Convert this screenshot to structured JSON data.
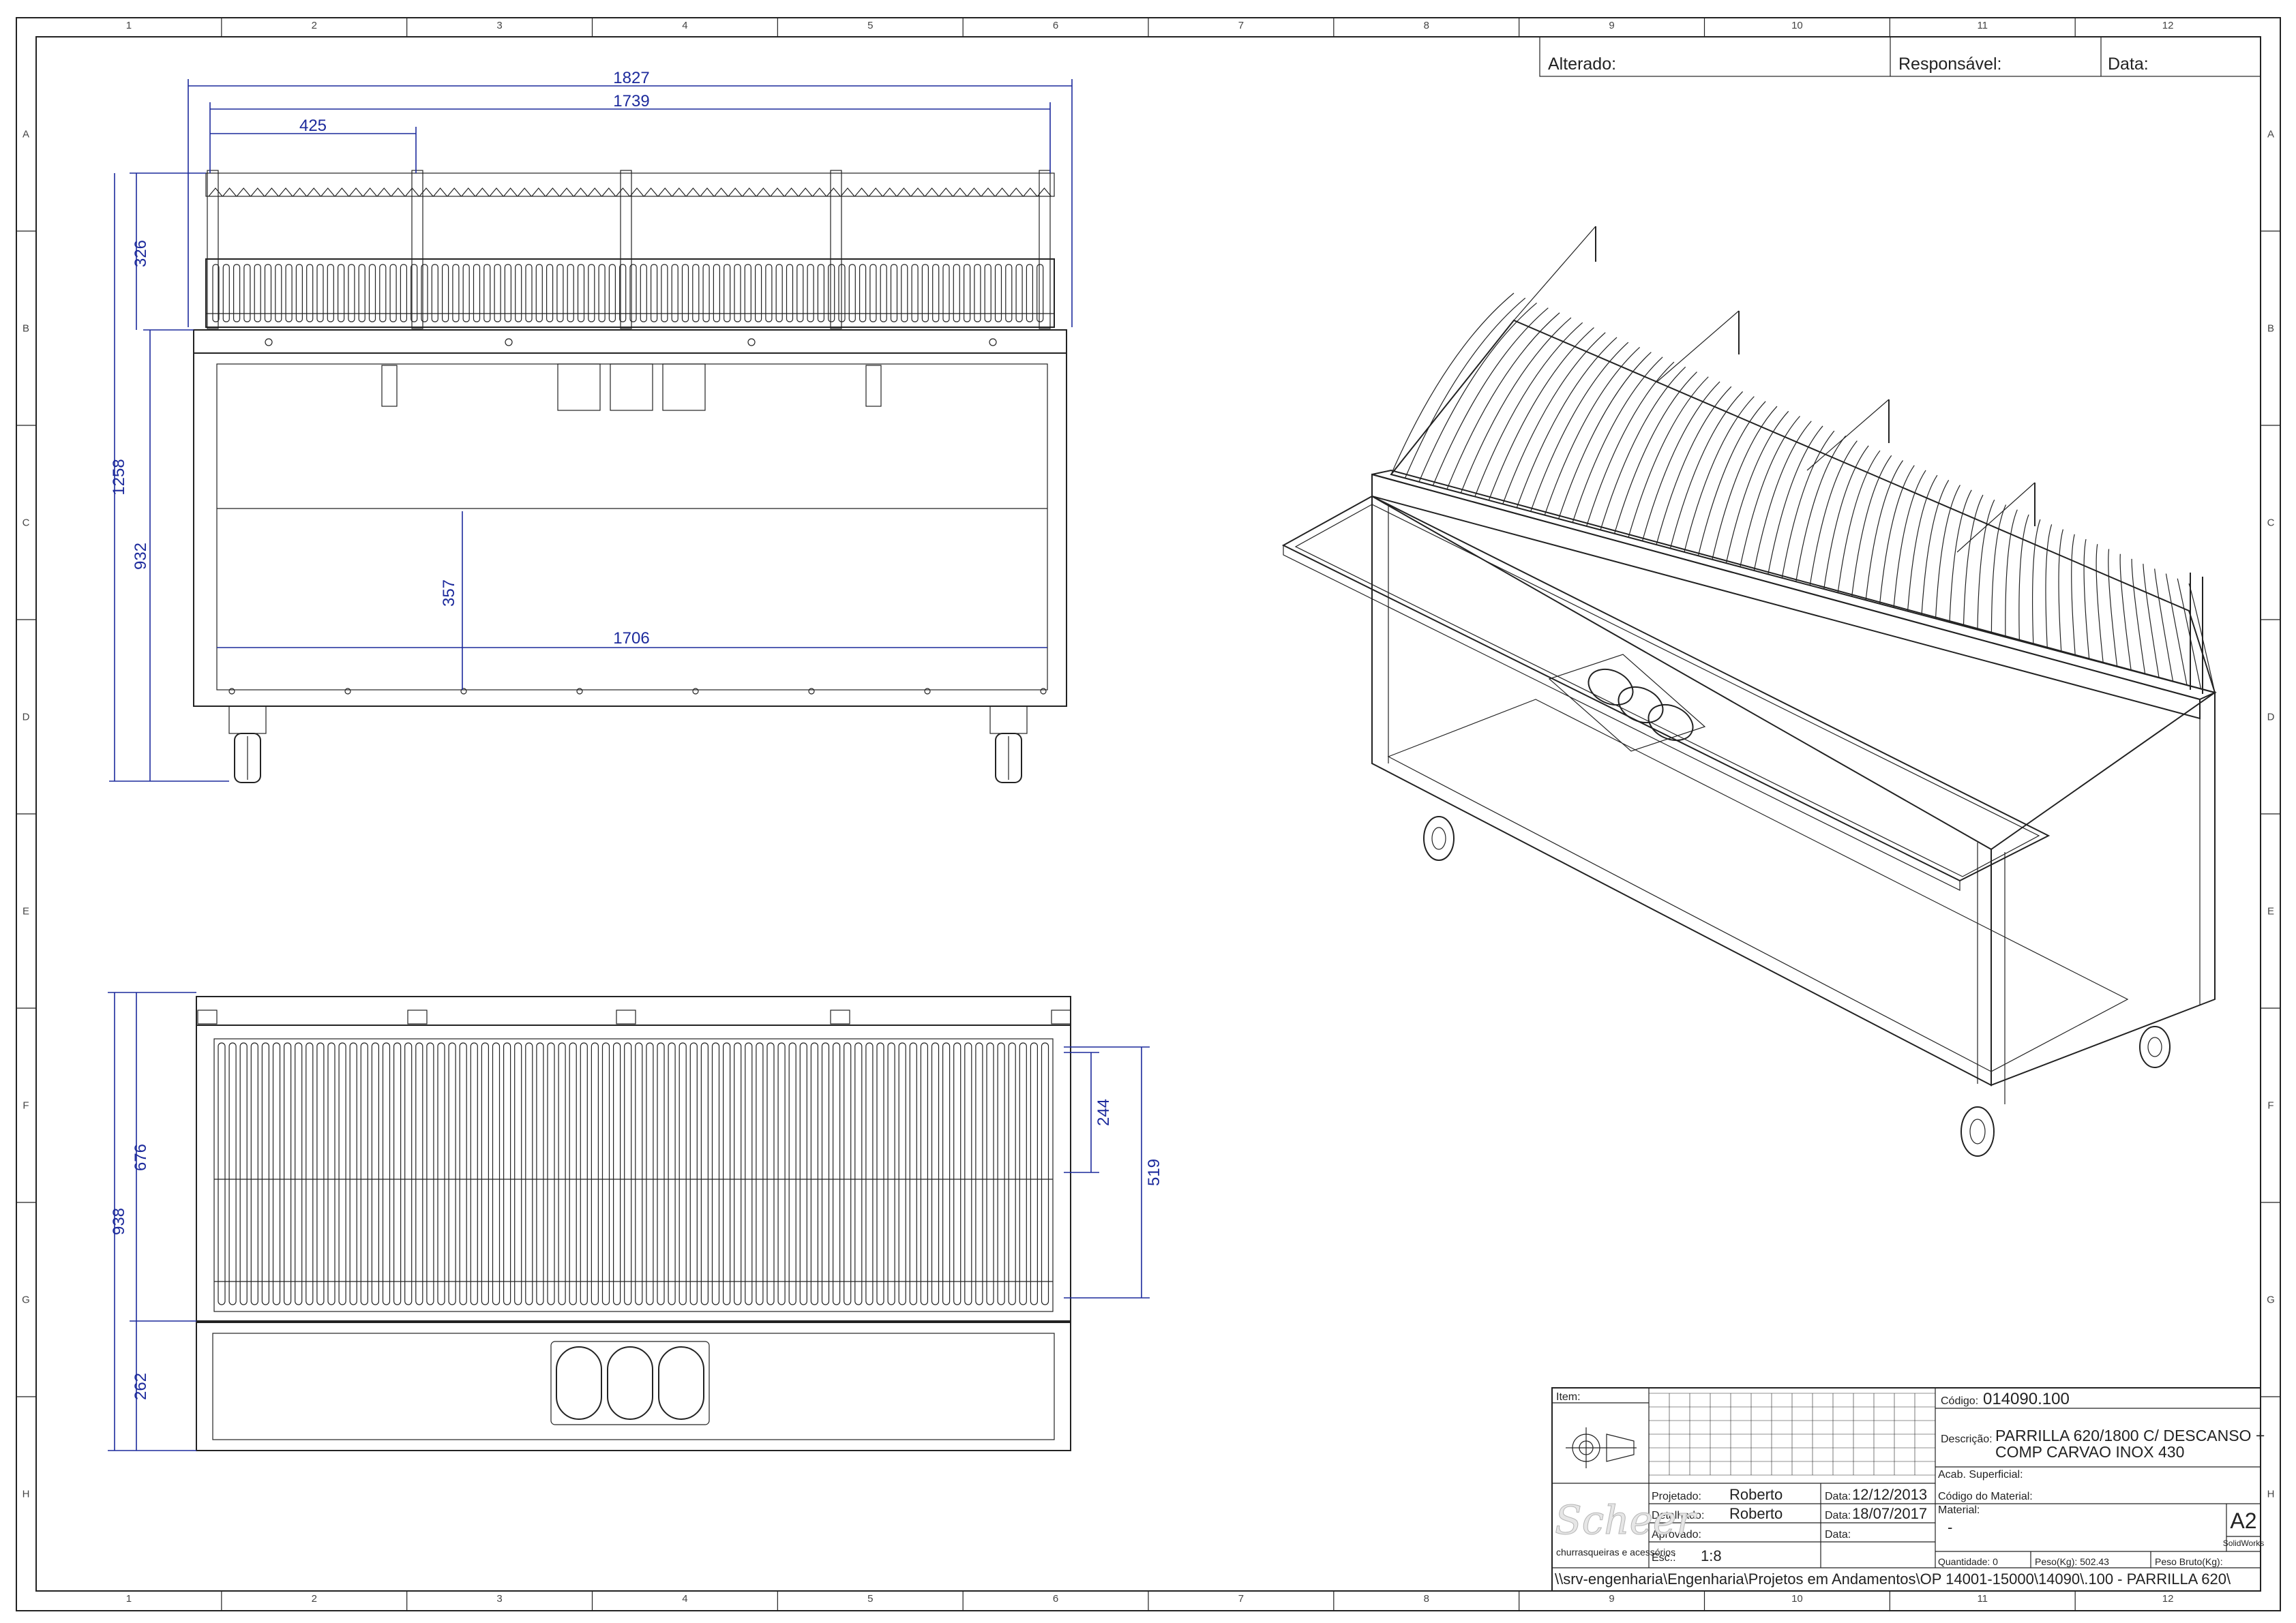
{
  "border": {
    "columns": [
      "1",
      "2",
      "3",
      "4",
      "5",
      "6",
      "7",
      "8",
      "9",
      "10",
      "11",
      "12"
    ],
    "rows": [
      "A",
      "B",
      "C",
      "D",
      "E",
      "F",
      "G",
      "H"
    ]
  },
  "revision_block": {
    "altered_label": "Alterado:",
    "responsible_label": "Responsável:",
    "date_label": "Data:"
  },
  "front_view": {
    "dims": {
      "overall_width": "1827",
      "inner_width": "1739",
      "module_width": "425",
      "lower_width": "1706",
      "grill_height": "326",
      "total_height": "1258",
      "body_height": "932",
      "shelf_height": "357"
    }
  },
  "top_view": {
    "dims": {
      "grill_depth": "676",
      "total_depth": "938",
      "shelf_depth": "262",
      "bar_span": "244",
      "grid_depth": "519"
    }
  },
  "title_block": {
    "item_label": "Item:",
    "code_label": "Código:",
    "code_value": "014090.100",
    "description_label": "Descrição:",
    "description_line1": "PARRILLA 620/1800 C/ DESCANSO +",
    "description_line2": "COMP CARVAO INOX 430",
    "finish_label": "Acab. Superficial:",
    "designed_label": "Projetado:",
    "designed_by": "Roberto",
    "designed_date_label": "Data:",
    "designed_date": "12/12/2013",
    "detailed_label": "Detalhado:",
    "detailed_by": "Roberto",
    "detailed_date_label": "Data:",
    "detailed_date": "18/07/2017",
    "approved_label": "Aprovado:",
    "approved_date_label": "Data:",
    "scale_label": "Esc.:",
    "scale_value": "1:8",
    "material_code_label": "Código do Material:",
    "material_label": "Material:",
    "material_value": "-",
    "sheet_size": "A2",
    "software": "SolidWorks",
    "quantity_label": "Quantidade: 0",
    "weight_label": "Peso(Kg): 502.43",
    "gross_weight_label": "Peso Bruto(Kg):",
    "file_path": "\\\\srv-engenharia\\Engenharia\\Projetos em Andamentos\\OP 14001-15000\\14090\\.100 - PARRILLA 620\\",
    "logo_text": "Scheer",
    "logo_tagline": "churrasqueiras e acessórios"
  }
}
